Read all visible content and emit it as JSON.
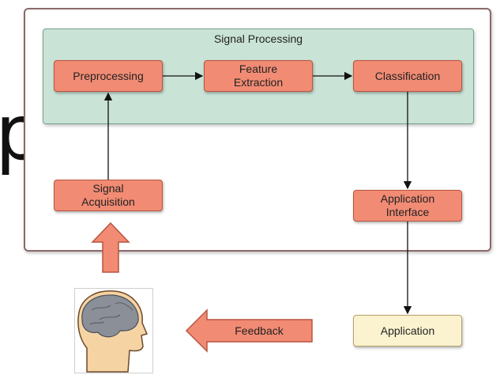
{
  "diagram": {
    "group_title": "Signal Processing",
    "nodes": {
      "preprocessing": "Preprocessing",
      "feature_extraction": "Feature\nExtraction",
      "classification": "Classification",
      "signal_acquisition": "Signal\nAcquisition",
      "application_interface": "Application\nInterface",
      "application": "Application"
    },
    "feedback_label": "Feedback",
    "partial_text": "p"
  },
  "colors": {
    "node_fill": "#f28b74",
    "node_border": "#b8553f",
    "group_fill": "#c9e3d6",
    "application_fill": "#fbf3cf",
    "big_arrow_fill": "#f28b74",
    "head_skin": "#f6d3a3",
    "brain": "#8a8f98"
  },
  "icons": {
    "head": "human-head-brain-icon",
    "feedback_arrow": "big-left-arrow-icon",
    "acquisition_arrow": "big-up-arrow-icon"
  }
}
